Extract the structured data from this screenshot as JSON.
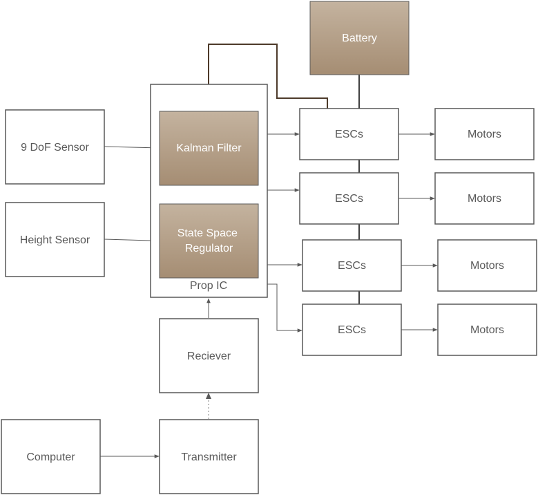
{
  "colors": {
    "box_stroke": "#595959",
    "filled_box": "#b09a82",
    "filled_text": "#ffffff",
    "text": "#595959",
    "power_line": "#4d3a2a"
  },
  "blocks": {
    "battery": "Battery",
    "nine_dof_sensor": "9 DoF Sensor",
    "height_sensor": "Height Sensor",
    "kalman_filter": "Kalman Filter",
    "state_space_line1": "State Space",
    "state_space_line2": "Regulator",
    "prop_ic": "Prop IC",
    "receiver": "Reciever",
    "computer": "Computer",
    "transmitter": "Transmitter",
    "escs": [
      "ESCs",
      "ESCs",
      "ESCs",
      "ESCs"
    ],
    "motors": [
      "Motors",
      "Motors",
      "Motors",
      "Motors"
    ]
  }
}
